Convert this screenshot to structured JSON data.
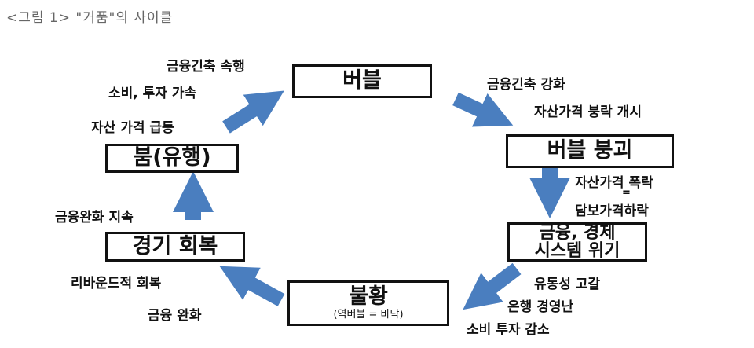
{
  "caption": "<그림 1> \"거품\"의 사이클",
  "nodes": {
    "bubble": "버블",
    "bubble_collapse": "버블 붕괴",
    "crisis_line1": "금융, 경제",
    "crisis_line2": "시스템 위기",
    "recession": "불황",
    "recession_sub": "(역버블 = 바닥)",
    "recovery": "경기 회복",
    "boom": "붐(유행)"
  },
  "labels": {
    "tightening_accel": "금융긴축 속행",
    "consume_invest_accel": "소비, 투자 가속",
    "asset_price_surge": "자산 가격 급등",
    "tightening_strength": "금융긴축 강화",
    "asset_collapse_start": "자산가격 붕락 개시",
    "asset_plunge": "자산가격 폭락",
    "equals": "=",
    "collateral_drop": "담보가격하락",
    "liquidity_dry": "유동성 고갈",
    "bank_distress": "은행 경영난",
    "consume_invest_drop": "소비 투자 감소",
    "rebound": "리바운드적 회복",
    "easing": "금융 완화",
    "easing_continue": "금융완화 지속"
  },
  "colors": {
    "arrow": "#4a7ebf"
  }
}
